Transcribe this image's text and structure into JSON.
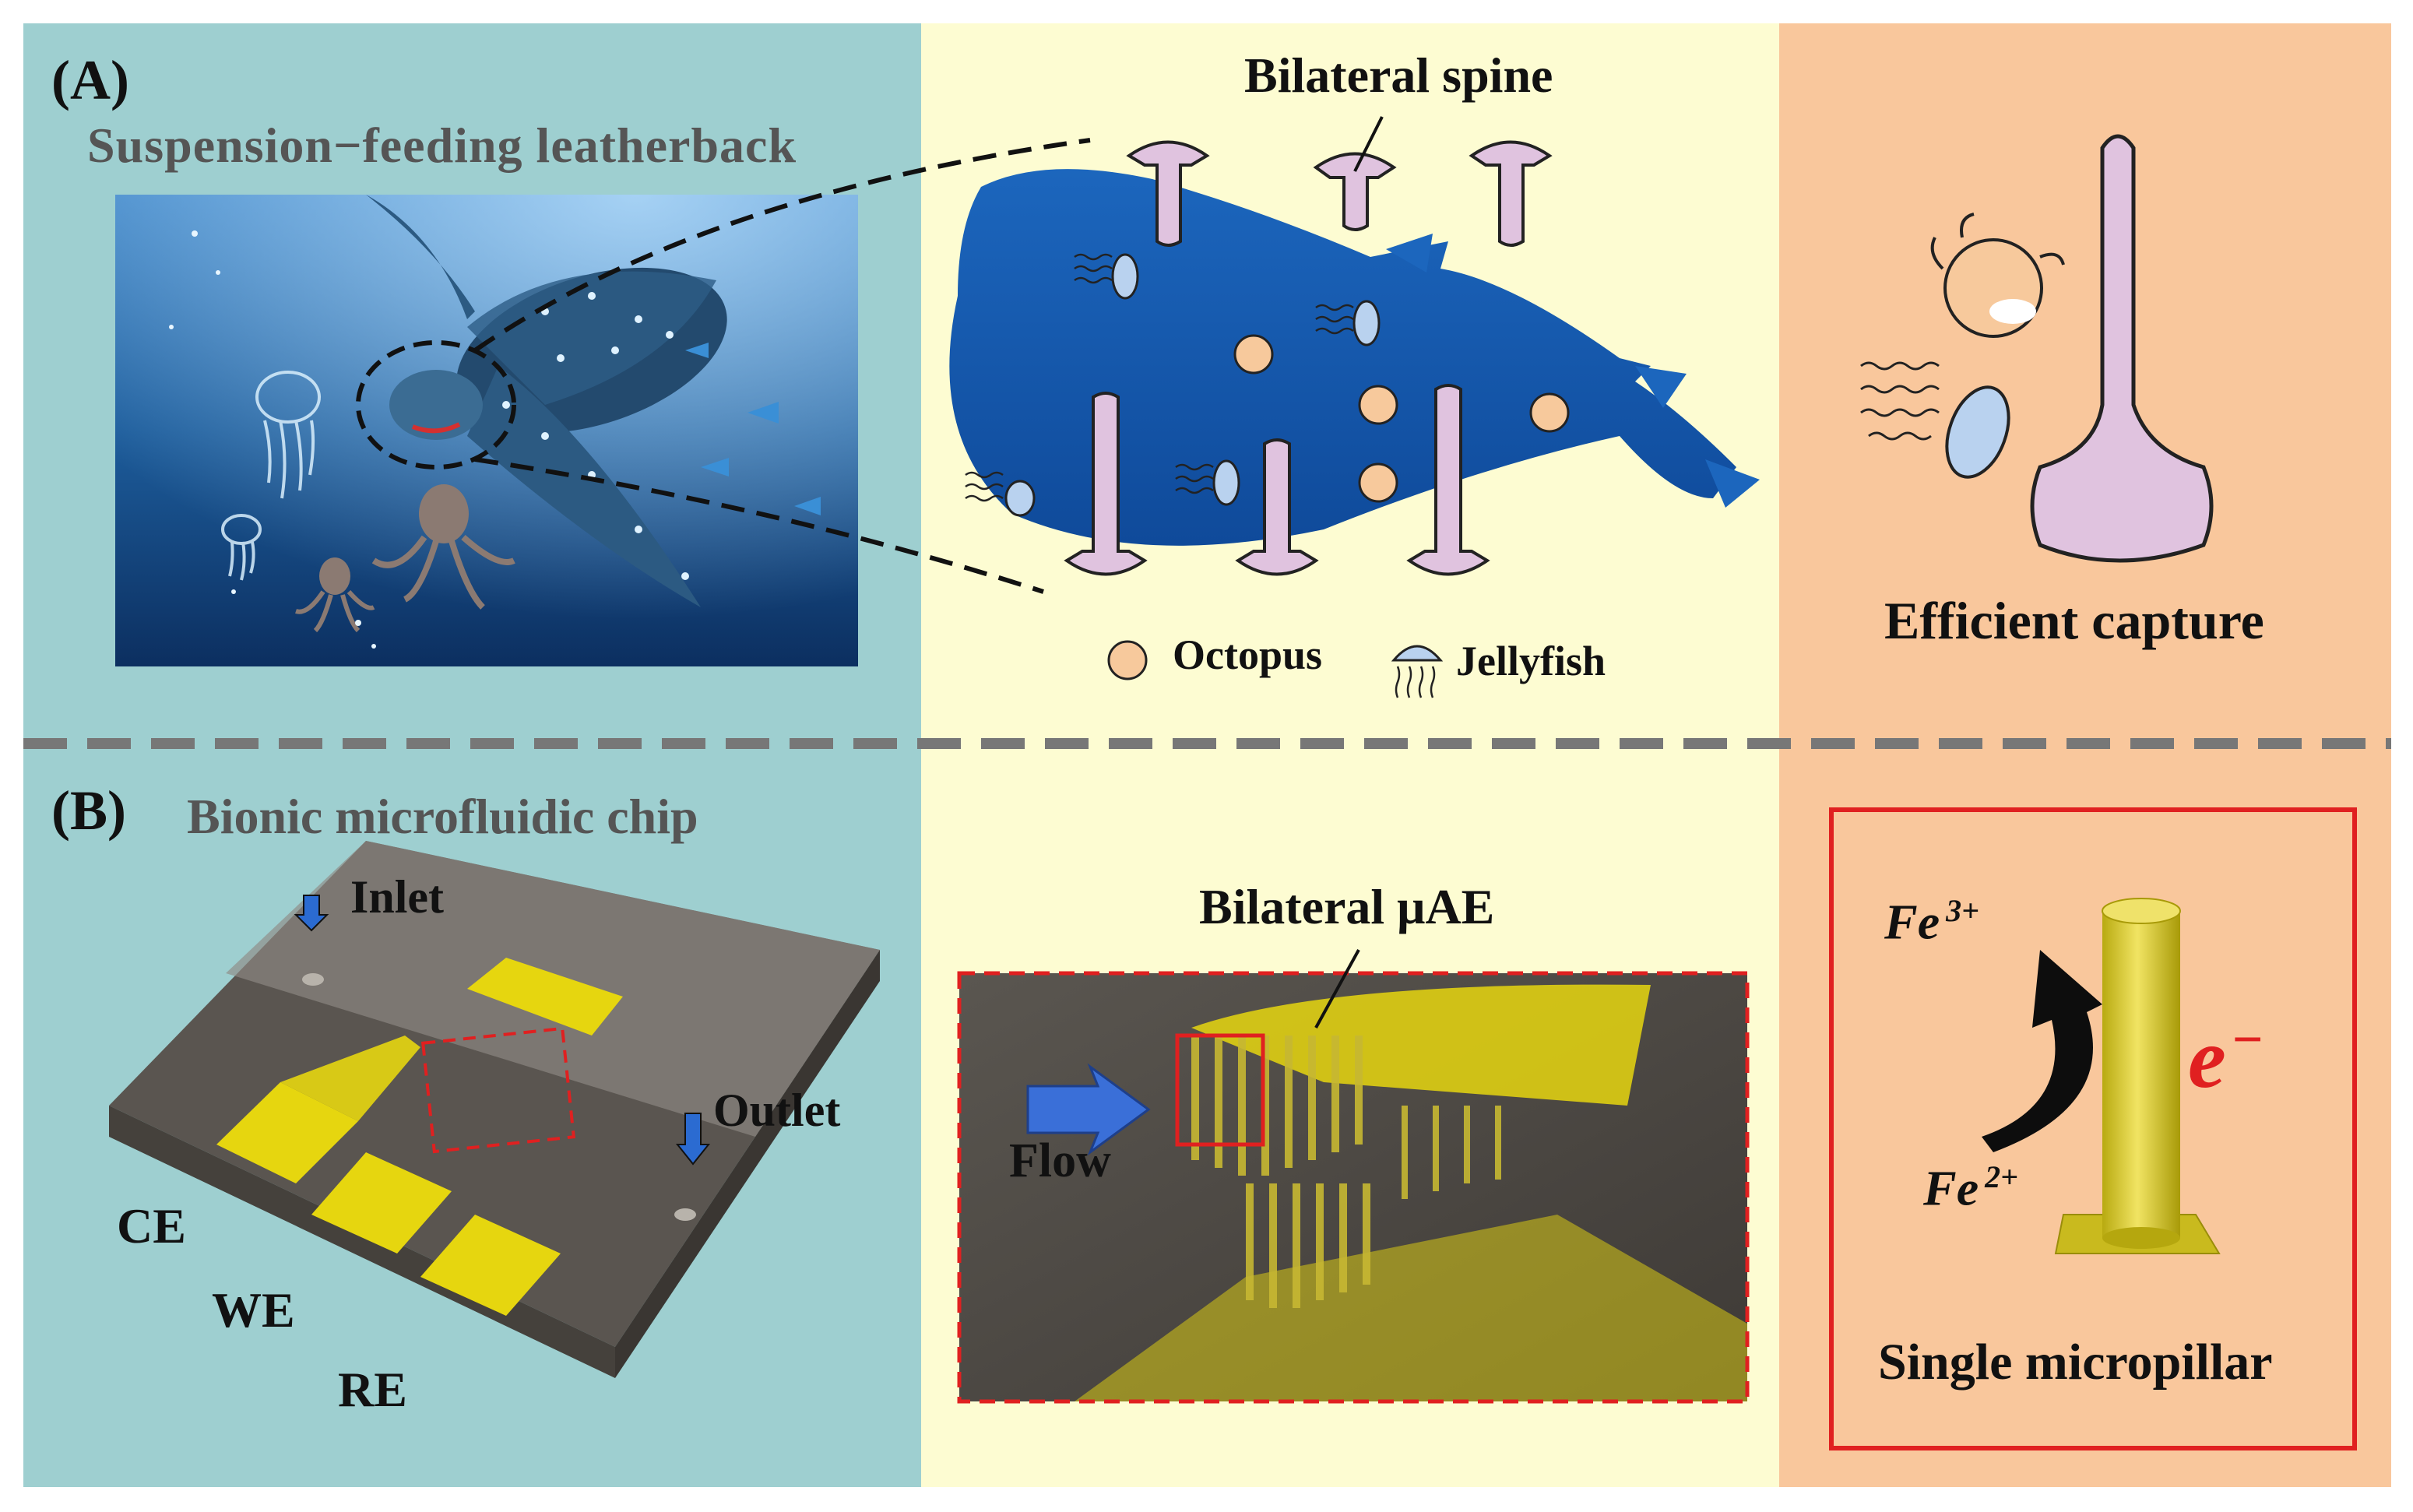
{
  "panel_a": {
    "label": "(A)",
    "left_title": "Suspension−feeding leatherback",
    "middle_title": "Bilateral spine",
    "legend_octopus": "Octopus",
    "legend_jellyfish": "Jellyfish",
    "right_caption": "Efficient capture"
  },
  "panel_b": {
    "label": "(B)",
    "left_title": "Bionic microfluidic chip",
    "inlet": "Inlet",
    "outlet": "Outlet",
    "ce": "CE",
    "we": "WE",
    "re": "RE",
    "middle_title": "Bilateral μAE",
    "flow": "Flow",
    "fe3_base": "Fe",
    "fe3_sup": "3+",
    "fe2_base": "Fe",
    "fe2_sup": "2+",
    "electron_base": "e",
    "electron_sup": "−",
    "right_caption": "Single micropillar"
  },
  "colors": {
    "left_bg": "#9ecfd0",
    "middle_bg": "#fdfcd2",
    "right_bg": "#f9c79c",
    "divider": "#777777",
    "spine": "#e0c3df",
    "water": "#1c5fb0",
    "electrode": "#e6d60f",
    "red": "#e02020"
  }
}
